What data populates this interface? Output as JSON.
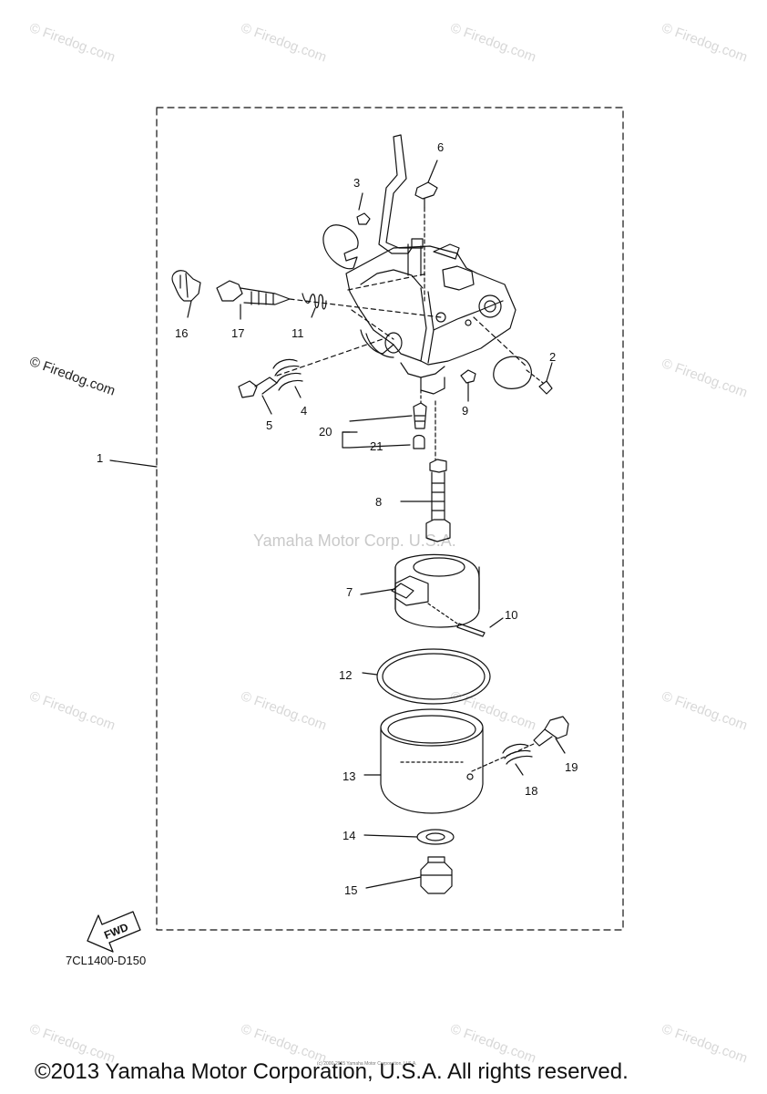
{
  "watermark": {
    "text": "© Firedog.com",
    "strong_text": "© Firedog.com"
  },
  "center_watermark": "Yamaha Motor Corp. U.S.A.",
  "fwd_label": "FWD",
  "reference_code": "7CL1400-D150",
  "tiny_credit": "(c) 2000-2015 Yamaha Motor Corporation, U.S.A.",
  "copyright": "©2013 Yamaha Motor Corporation, U.S.A. All rights reserved.",
  "callouts": {
    "c1": "1",
    "c2": "2",
    "c3": "3",
    "c4": "4",
    "c5": "5",
    "c6": "6",
    "c7": "7",
    "c8": "8",
    "c9": "9",
    "c10": "10",
    "c11": "11",
    "c12": "12",
    "c13": "13",
    "c14": "14",
    "c15": "15",
    "c16": "16",
    "c17": "17",
    "c18": "18",
    "c19": "19",
    "c20": "20",
    "c21": "21"
  },
  "colors": {
    "line": "#111111",
    "watermark": "#d8d8d8"
  }
}
